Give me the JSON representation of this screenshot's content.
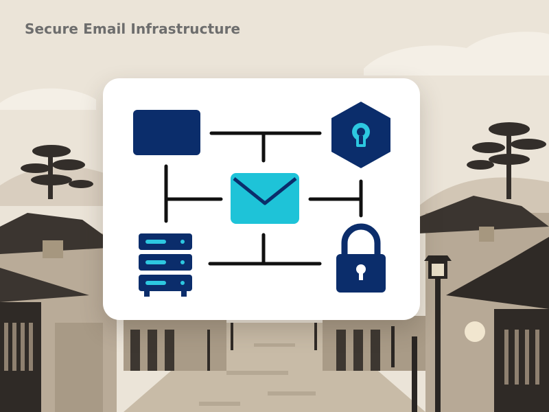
{
  "page": {
    "title": "Secure Email Infrastructure"
  },
  "scene": {
    "background": "traditional-village-street-illustration",
    "colors": {
      "sky": "#ebe4d8",
      "clouds": "#f4efe6",
      "hills": "#cfc3b2",
      "roofs": "#3b3530",
      "walls": "#b7aa98",
      "street": "#c7b9a5"
    }
  },
  "diagram": {
    "nodes": [
      {
        "id": "client",
        "icon": "client-window-icon",
        "color": "#0b2d6b"
      },
      {
        "id": "security",
        "icon": "shield-keyhole-icon",
        "color": "#0b2d6b"
      },
      {
        "id": "email",
        "icon": "envelope-icon",
        "color": "#1ec3d8"
      },
      {
        "id": "server",
        "icon": "server-rack-icon",
        "color": "#0b2d6b"
      },
      {
        "id": "lock",
        "icon": "padlock-icon",
        "color": "#0b2d6b"
      }
    ],
    "connector_color": "#111111",
    "accent_color": "#2dc8e0"
  }
}
